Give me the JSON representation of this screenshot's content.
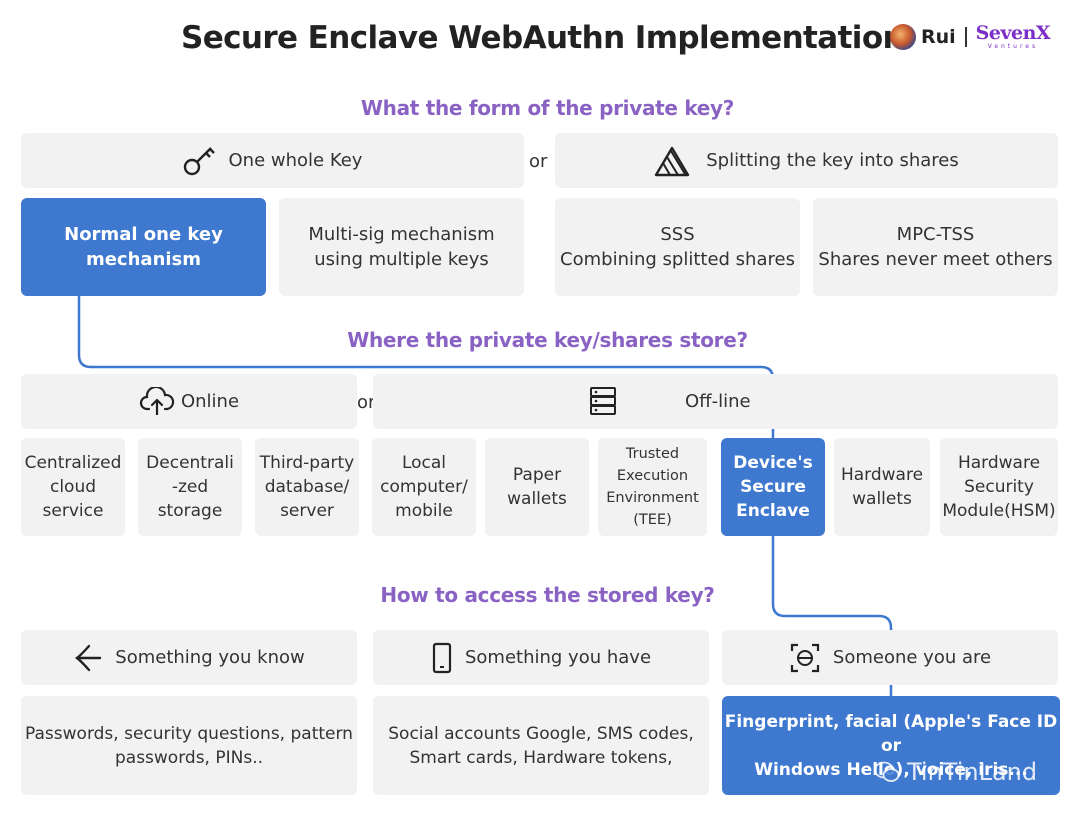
{
  "header": {
    "title": "Secure Enclave WebAuthn Implementation",
    "brand_name": "Rui",
    "brand_logo": "SevenX",
    "brand_logo_sub": "Ventures"
  },
  "colors": {
    "accent_purple": "#8a62c4",
    "highlight_blue": "#3f78cf",
    "box_gray": "#f2f2f2"
  },
  "section1": {
    "question": "What the form of the private key?",
    "or": "or",
    "category_left": {
      "icon": "key-icon",
      "label": "One whole Key"
    },
    "category_right": {
      "icon": "split-triangle-icon",
      "label": "Splitting the key into shares"
    },
    "options": [
      {
        "line1": "Normal one key",
        "line2": "mechanism",
        "selected": true
      },
      {
        "line1": "Multi-sig mechanism",
        "line2": "using multiple keys",
        "selected": false
      },
      {
        "line1": "SSS",
        "line2": "Combining splitted shares",
        "selected": false
      },
      {
        "line1": "MPC-TSS",
        "line2": "Shares never meet others",
        "selected": false
      }
    ]
  },
  "section2": {
    "question": "Where the private key/shares store?",
    "or": "or",
    "category_left": {
      "icon": "cloud-upload-icon",
      "label": "Online"
    },
    "category_right": {
      "icon": "server-icon",
      "label": "Off-line"
    },
    "options": [
      {
        "lines": [
          "Centralized",
          "cloud",
          "service"
        ],
        "selected": false
      },
      {
        "lines": [
          "Decentrali",
          "-zed",
          "storage"
        ],
        "selected": false
      },
      {
        "lines": [
          "Third-party",
          "database/",
          "server"
        ],
        "selected": false
      },
      {
        "lines": [
          "Local",
          "computer/",
          "mobile"
        ],
        "selected": false
      },
      {
        "lines": [
          "Paper",
          "wallets"
        ],
        "selected": false
      },
      {
        "lines": [
          "Trusted",
          "Execution",
          "Environment",
          "(TEE)"
        ],
        "selected": false
      },
      {
        "lines": [
          "Device's",
          "Secure",
          "Enclave"
        ],
        "selected": true
      },
      {
        "lines": [
          "Hardware",
          "wallets"
        ],
        "selected": false
      },
      {
        "lines": [
          "Hardware",
          "Security",
          "Module(HSM)"
        ],
        "selected": false
      }
    ]
  },
  "section3": {
    "question": "How to access the stored key?",
    "categories": [
      {
        "icon": "arrow-left-icon",
        "label": "Something you know"
      },
      {
        "icon": "phone-icon",
        "label": "Something you have"
      },
      {
        "icon": "face-scan-icon",
        "label": "Someone you are"
      }
    ],
    "options": [
      {
        "line1": "Passwords, security questions, pattern",
        "line2": "passwords, PINs..",
        "selected": false
      },
      {
        "line1": "Social accounts Google, SMS codes,",
        "line2": "Smart cards, Hardware tokens,",
        "selected": false
      },
      {
        "line1": "Fingerprint, facial (Apple's Face ID or",
        "line2": "Windows Hello), voice, iris...",
        "selected": true
      }
    ]
  },
  "watermark": {
    "icon": "wechat-icon",
    "text": "TinTinLand"
  }
}
